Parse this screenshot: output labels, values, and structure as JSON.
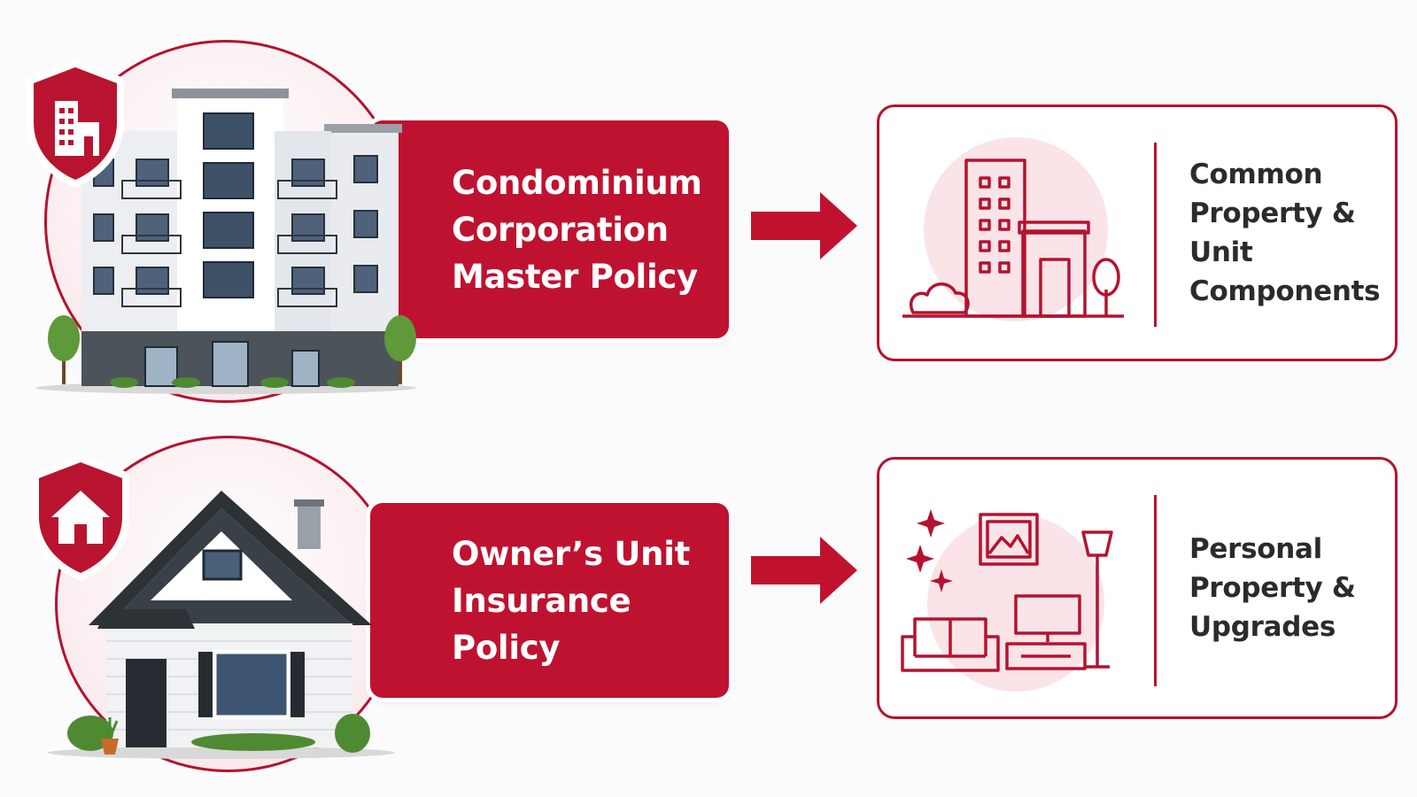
{
  "colors": {
    "accent": "#bf1230",
    "accent_light": "#f7e2e6",
    "text_dark": "#2b2b2b",
    "background": "#fbfbfb"
  },
  "rows": [
    {
      "policy_label": "Condominium\nCorporation\nMaster Policy",
      "building_icon": "apartment-building-illustration",
      "shield_icon": "shield-building-icon",
      "coverage_label": "Common\nProperty &\nUnit\nComponents",
      "coverage_icon": "building-outline-icon"
    },
    {
      "policy_label": "Owner’s Unit\nInsurance\nPolicy",
      "building_icon": "house-illustration",
      "shield_icon": "shield-house-icon",
      "coverage_label": "Personal\nProperty &\nUpgrades",
      "coverage_icon": "living-room-outline-icon"
    }
  ]
}
